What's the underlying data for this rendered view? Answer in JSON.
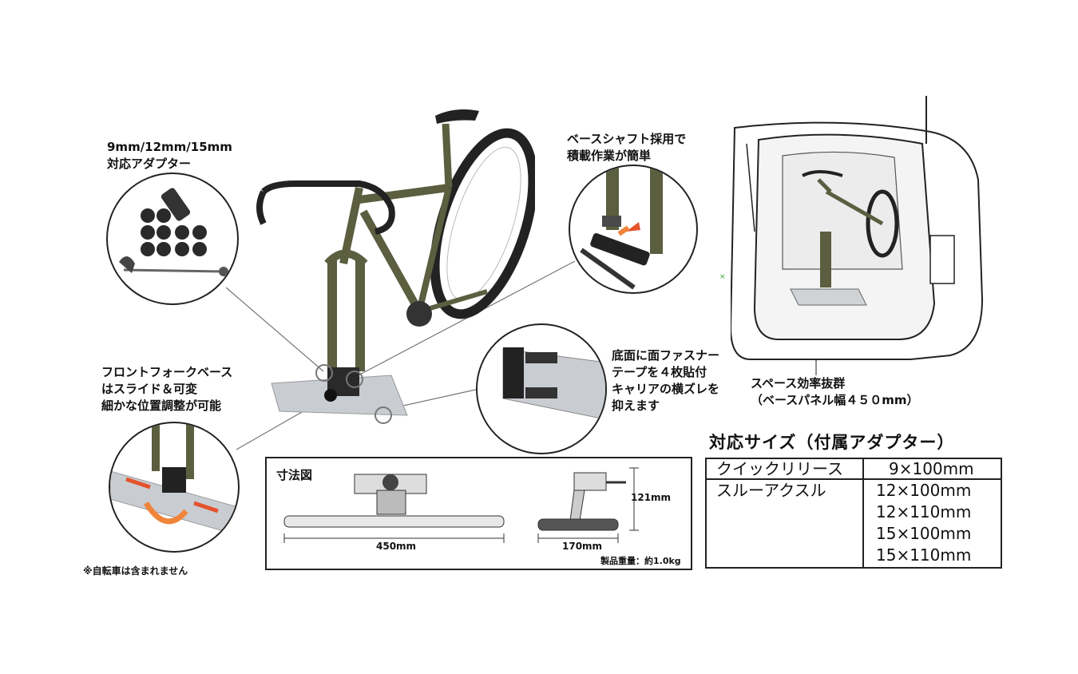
{
  "callouts": {
    "adapter": "9mm/12mm/15mm\n対応アダプター",
    "base_shaft": "ベースシャフト採用で\n積載作業が簡単",
    "fork_base": "フロントフォークベース\nはスライド＆可変\n細かな位置調整が可能",
    "fastener": "底面に面ファスナー\nテープを４枚貼付\nキャリアの横ズレを\n抑えます",
    "space": "スペース効率抜群\n（ベースパネル幅４５０mm）"
  },
  "footnote": "※自転車は含まれません",
  "dimensions": {
    "title": "寸法図",
    "width": "450mm",
    "depth": "170mm",
    "height": "121mm",
    "weight": "製品重量：約1.0kg"
  },
  "size_table": {
    "title": "対応サイズ（付属アダプター）",
    "rows": [
      {
        "type": "クイックリリース",
        "sizes": [
          "9×100mm"
        ]
      },
      {
        "type": "スルーアクスル",
        "sizes": [
          "12×100mm",
          "12×110mm",
          "15×100mm",
          "15×110mm"
        ]
      }
    ]
  },
  "colors": {
    "bike_frame": "#5b5e3f",
    "base_silver": "#c9cdd2",
    "arrow_red": "#e5532c",
    "arrow_orange": "#f0843a"
  }
}
